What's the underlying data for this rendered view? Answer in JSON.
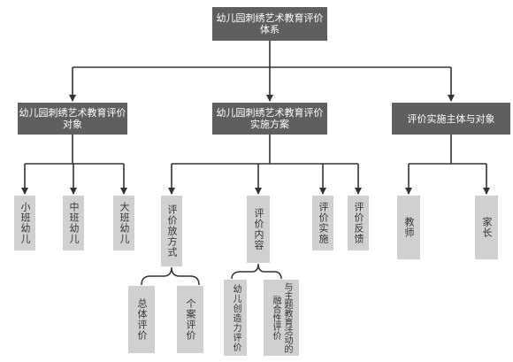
{
  "root": {
    "line1": "幼儿园刺绣艺术教育",
    "line2": "评价体系"
  },
  "level1": [
    {
      "line1": "幼儿园刺绣艺术教育",
      "line2": "评价对象"
    },
    {
      "line1": "幼儿园刺绣艺术教育",
      "line2": "评价实施方案"
    },
    {
      "line1": "评价实施主体与对象"
    }
  ],
  "objects": [
    "小班幼儿",
    "中班幼儿",
    "大班幼儿"
  ],
  "plan": [
    "评价放方式",
    "评价内容",
    "评价实施",
    "评价反馈"
  ],
  "methods": [
    "总体评价",
    "个案评价"
  ],
  "contents": [
    "幼儿创造力评价",
    "与主题教育活动的融合性评价"
  ],
  "subjects": [
    "教师",
    "家长"
  ],
  "colors": {
    "dark_box": "#5f5f5f",
    "light_box": "#d0d0d0",
    "line": "#333333"
  }
}
